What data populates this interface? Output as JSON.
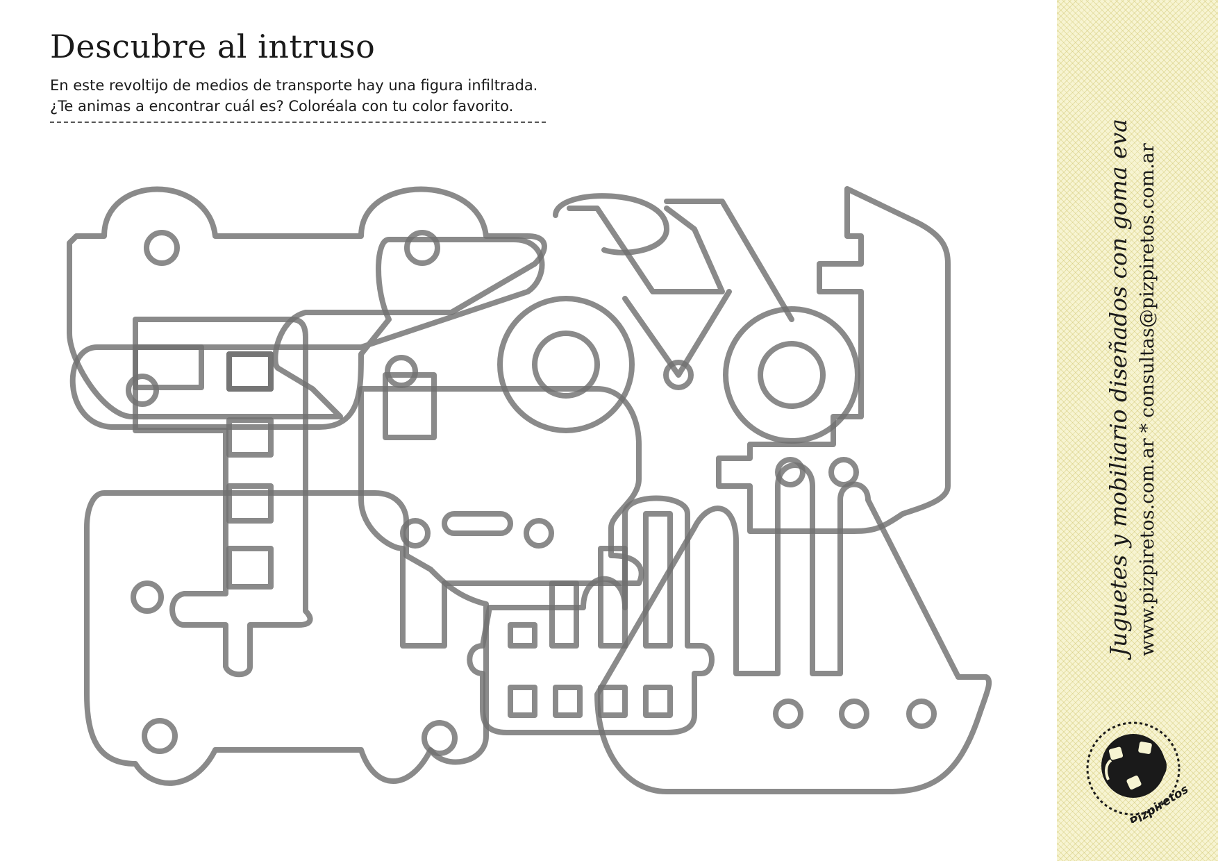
{
  "title": "Descubre al intruso",
  "instructions": {
    "line1": "En este revoltijo de medios de transporte hay una figura infiltrada.",
    "line2": "¿Te animas a encontrar cuál es? Coloréala con tu color favorito."
  },
  "sidebar": {
    "tagline": "Juguetes y mobiliario diseñados con goma eva",
    "website": "www.pizpiretos.com.ar",
    "separator": "*",
    "email": "consultas@pizpiretos.com.ar"
  },
  "logo": {
    "text": "Pizpiretos"
  },
  "colors": {
    "outline": "#707070",
    "band": "#f7f4d2",
    "text": "#1a1a1a"
  }
}
